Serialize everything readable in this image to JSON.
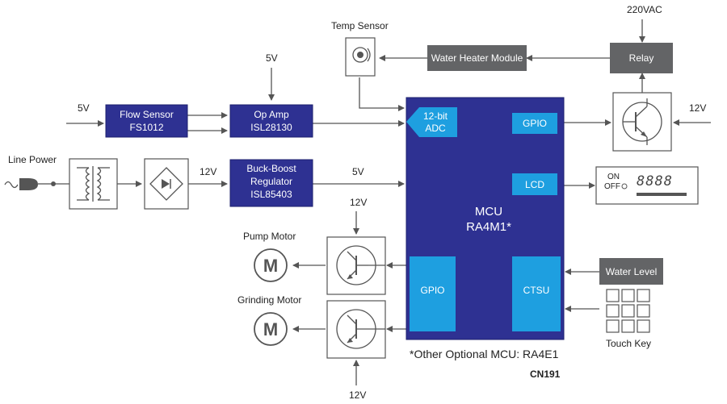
{
  "labels": {
    "v5_flow": "5V",
    "v5_opamp": "5V",
    "line_power": "Line Power",
    "v12_rect": "12V",
    "v5_mcu": "5V",
    "v12_pump": "12V",
    "v12_grind": "12V",
    "v12_relay": "12V",
    "v220": "220VAC",
    "temp_sensor": "Temp Sensor",
    "pump_motor": "Pump Motor",
    "grinding_motor": "Grinding Motor",
    "touch_key": "Touch Key"
  },
  "blocks": {
    "flow_sensor": [
      "Flow Sensor",
      "FS1012"
    ],
    "op_amp": [
      "Op Amp",
      "ISL28130"
    ],
    "buck_boost": [
      "Buck-Boost",
      "Regulator",
      "ISL85403"
    ],
    "water_heater": "Water Heater Module",
    "relay": "Relay",
    "water_level": "Water Level"
  },
  "mcu": {
    "name": "MCU",
    "part": "RA4M1*",
    "adc": [
      "12-bit",
      "ADC"
    ],
    "gpio_top": "GPIO",
    "lcd": "LCD",
    "gpio_bottom": "GPIO",
    "ctsu": "CTSU"
  },
  "display": {
    "on": "ON",
    "off": "OFF",
    "digits": "8888"
  },
  "motor_symbol": "M",
  "note": "*Other Optional MCU: RA4E1",
  "code": "CN191",
  "colors": {
    "dark_blue": "#2e3192",
    "light_blue": "#1e9fe0",
    "gray": "#636466"
  }
}
